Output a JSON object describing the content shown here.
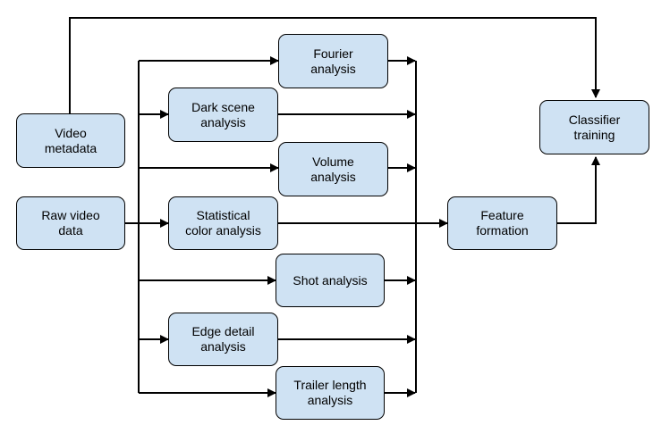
{
  "diagram": {
    "nodes": {
      "video_metadata": [
        "Video",
        "metadata"
      ],
      "raw_video_data": [
        "Raw video",
        "data"
      ],
      "fourier": [
        "Fourier",
        "analysis"
      ],
      "dark_scene": [
        "Dark scene",
        "analysis"
      ],
      "volume": [
        "Volume",
        "analysis"
      ],
      "statistical_color": [
        "Statistical",
        "color analysis"
      ],
      "shot": [
        "Shot analysis"
      ],
      "edge_detail": [
        "Edge detail",
        "analysis"
      ],
      "trailer_length": [
        "Trailer length",
        "analysis"
      ],
      "feature_formation": [
        "Feature",
        "formation"
      ],
      "classifier_training": [
        "Classifier",
        "training"
      ]
    },
    "colors": {
      "node_fill": "#cfe2f3",
      "stroke": "#000000"
    }
  }
}
